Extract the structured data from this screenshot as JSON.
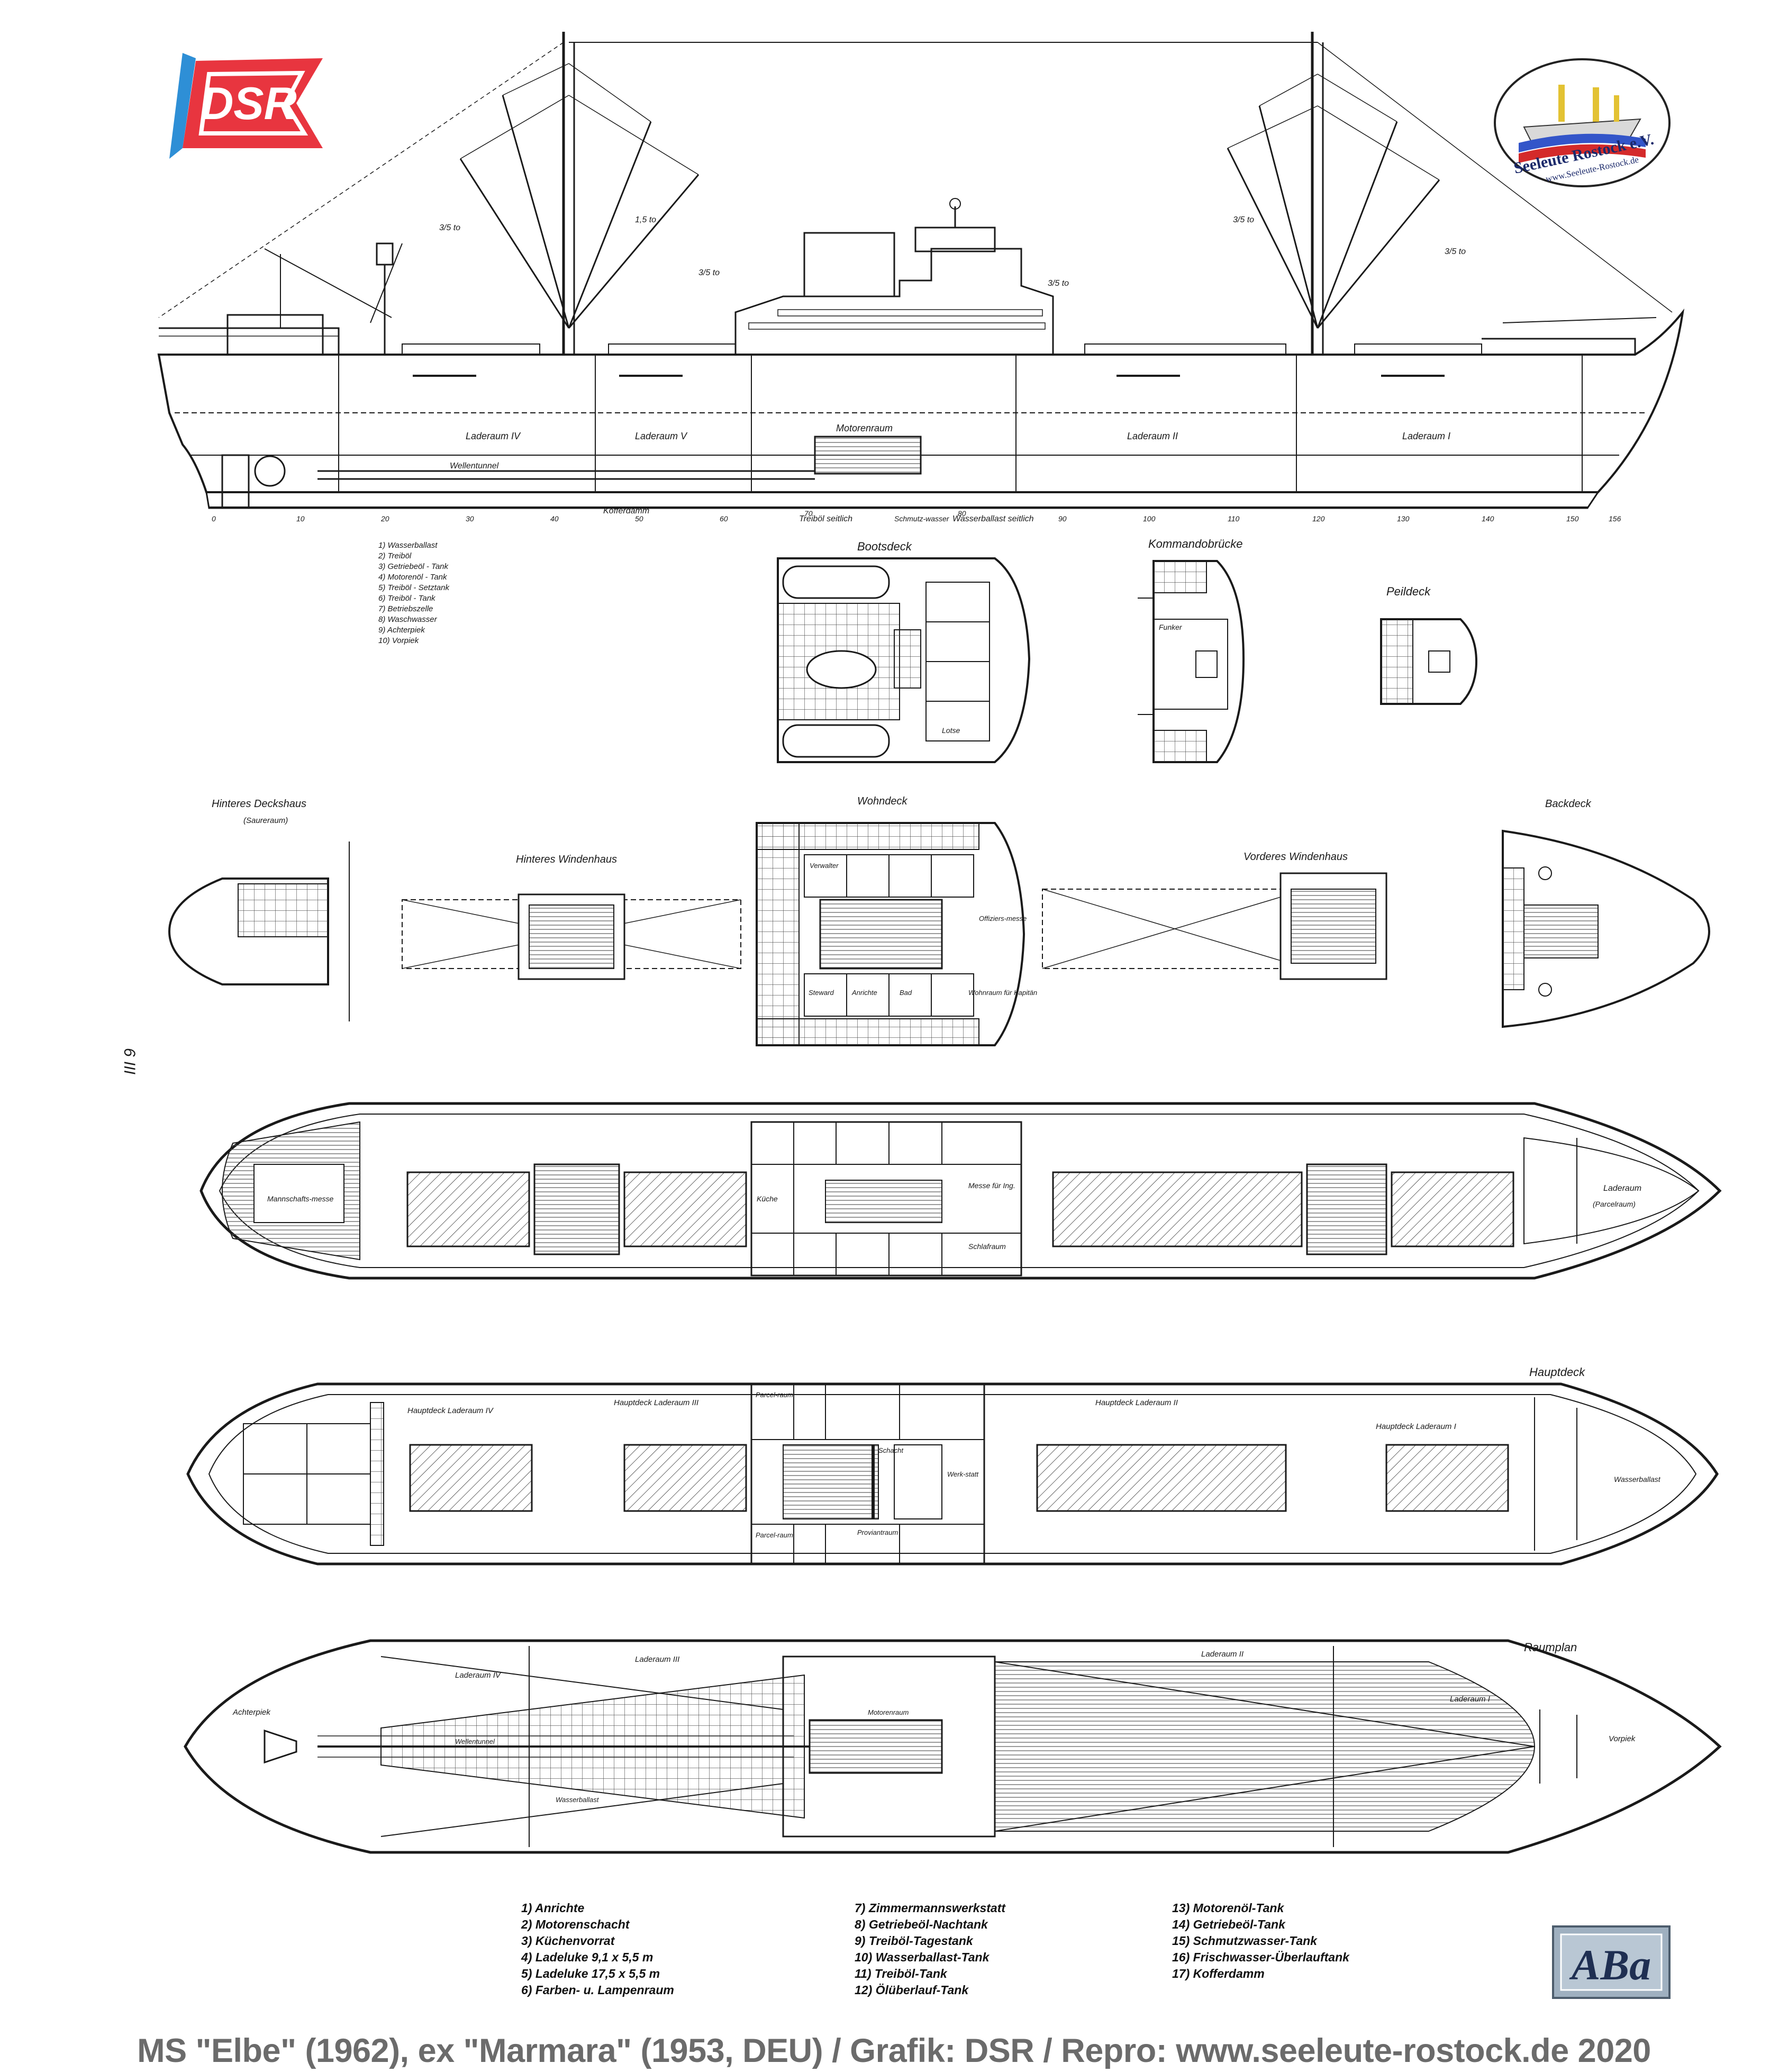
{
  "logos": {
    "dsr": "DSR",
    "club_name": "Seeleute Rostock e.V.",
    "club_url": "www.Seeleute-Rostock.de",
    "aba": "ABa"
  },
  "views": {
    "laderaum_1": "Laderaum I",
    "laderaum_2": "Laderaum II",
    "laderaum_4": "Laderaum IV",
    "laderaum_5": "Laderaum V",
    "motorenraum": "Motorenraum",
    "wellentunnel": "Wellentunnel",
    "kofferdamm": "Kofferdamm",
    "treiboel_seitlich": "Treiböl seitlich",
    "schmutzwasser": "Schmutz-wasser",
    "wasserballast_seitlich": "Wasserballast seitlich",
    "bootsdeck": "Bootsdeck",
    "kommandobruecke": "Kommandobrücke",
    "peildeck": "Peildeck",
    "hinteres_deckshaus": "Hinteres Deckshaus",
    "saureraum": "(Saureraum)",
    "hinteres_windenhaus": "Hinteres Windenhaus",
    "wohndeck": "Wohndeck",
    "vorderes_windenhaus": "Vorderes Windenhaus",
    "backdeck": "Backdeck",
    "hauptdeck": "Hauptdeck",
    "raumplan": "Raumplan",
    "hauptdeck_laderaum_4": "Hauptdeck Laderaum IV",
    "hauptdeck_laderaum_3": "Hauptdeck Laderaum III",
    "hauptdeck_laderaum_2": "Hauptdeck Laderaum II",
    "hauptdeck_laderaum_1": "Hauptdeck Laderaum I",
    "laderaum_3": "Laderaum III",
    "achterpiek": "Achterpiek",
    "vorpiek": "Vorpiek",
    "laderaum": "Laderaum",
    "parcelraum": "(Parcelraum)",
    "mannschaftsmesse": "Mannschafts-messe",
    "kueche": "Küche",
    "messe_fuer_ing": "Messe für Ing.",
    "offiziersmesse": "Offiziers-messe",
    "wohnraum_kapitaen": "Wohnraum für Kapitän",
    "schlafraum": "Schlafraum",
    "verwalter": "Verwalter",
    "steward": "Steward",
    "anrichte": "Anrichte",
    "bad": "Bad",
    "parcelraum_short": "Parcel-raum",
    "werkstatt": "Werk-statt",
    "proviantraum": "Proviantraum",
    "wasserballast": "Wasserballast",
    "schacht": "Schacht",
    "funker": "Funker",
    "lotse": "Lotse",
    "frame_marks": [
      "0",
      "10",
      "20",
      "30",
      "40",
      "50",
      "60",
      "70",
      "80",
      "90",
      "100",
      "110",
      "120",
      "130",
      "140",
      "150",
      "156"
    ],
    "inner_legend": [
      "1) Wasserballast",
      "2) Treiböl",
      "3) Getriebeöl - Tank",
      "4) Motorenöl - Tank",
      "5) Treiböl - Setztank",
      "6) Treiböl - Tank",
      "7) Betriebszelle",
      "8) Waschwasser",
      "9) Achterpiek",
      "10) Vorpiek"
    ],
    "boom_capacity": "3/5 to",
    "boom_capacity_small": "1,5 to"
  },
  "legend": [
    "1) Anrichte",
    "2) Motorenschacht",
    "3) Küchenvorrat",
    "4) Ladeluke 9,1 x 5,5 m",
    "5) Ladeluke 17,5 x 5,5 m",
    "6) Farben- u. Lampenraum",
    "7) Zimmermannswerkstatt",
    "8) Getriebeöl-Nachtank",
    "9) Treiböl-Tagestank",
    "10) Wasserballast-Tank",
    "11) Treiböl-Tank",
    "12) Ölüberlauf-Tank",
    "13) Motorenöl-Tank",
    "14) Getriebeöl-Tank",
    "15) Schmutzwasser-Tank",
    "16) Frischwasser-Überlauftank",
    "17) Kofferdamm"
  ],
  "side_mark": "6 III",
  "caption": "MS \"Elbe\" (1962), ex \"Marmara\" (1953, DEU) / Grafik: DSR / Repro: www.seeleute-rostock.de 2020",
  "colors": {
    "dsr_red": "#e8353f",
    "flag_blue": "#2e8fd6",
    "line": "#1a1a1a",
    "caption_grey": "#6b6b6b",
    "aba_bg": "#9fb0c0"
  }
}
